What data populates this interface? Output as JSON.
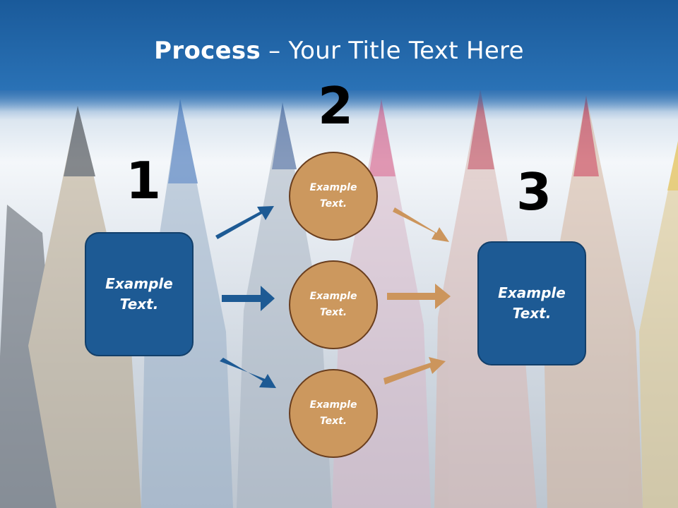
{
  "title": {
    "bold": "Process",
    "rest": " – Your Title Text Here"
  },
  "numbers": {
    "one": "1",
    "two": "2",
    "three": "3"
  },
  "boxes": {
    "left": "Example\nText.",
    "right": "Example\nText."
  },
  "circles": [
    "Example\nText.",
    "Example\nText.",
    "Example\nText."
  ],
  "colors": {
    "title_bar": "#1d5fa0",
    "box_fill": "#1d5a94",
    "circle_fill": "#cc985e",
    "arrow_blue": "#1d5a94",
    "arrow_tan": "#cc955c"
  },
  "background": "colored-pencils-photo"
}
